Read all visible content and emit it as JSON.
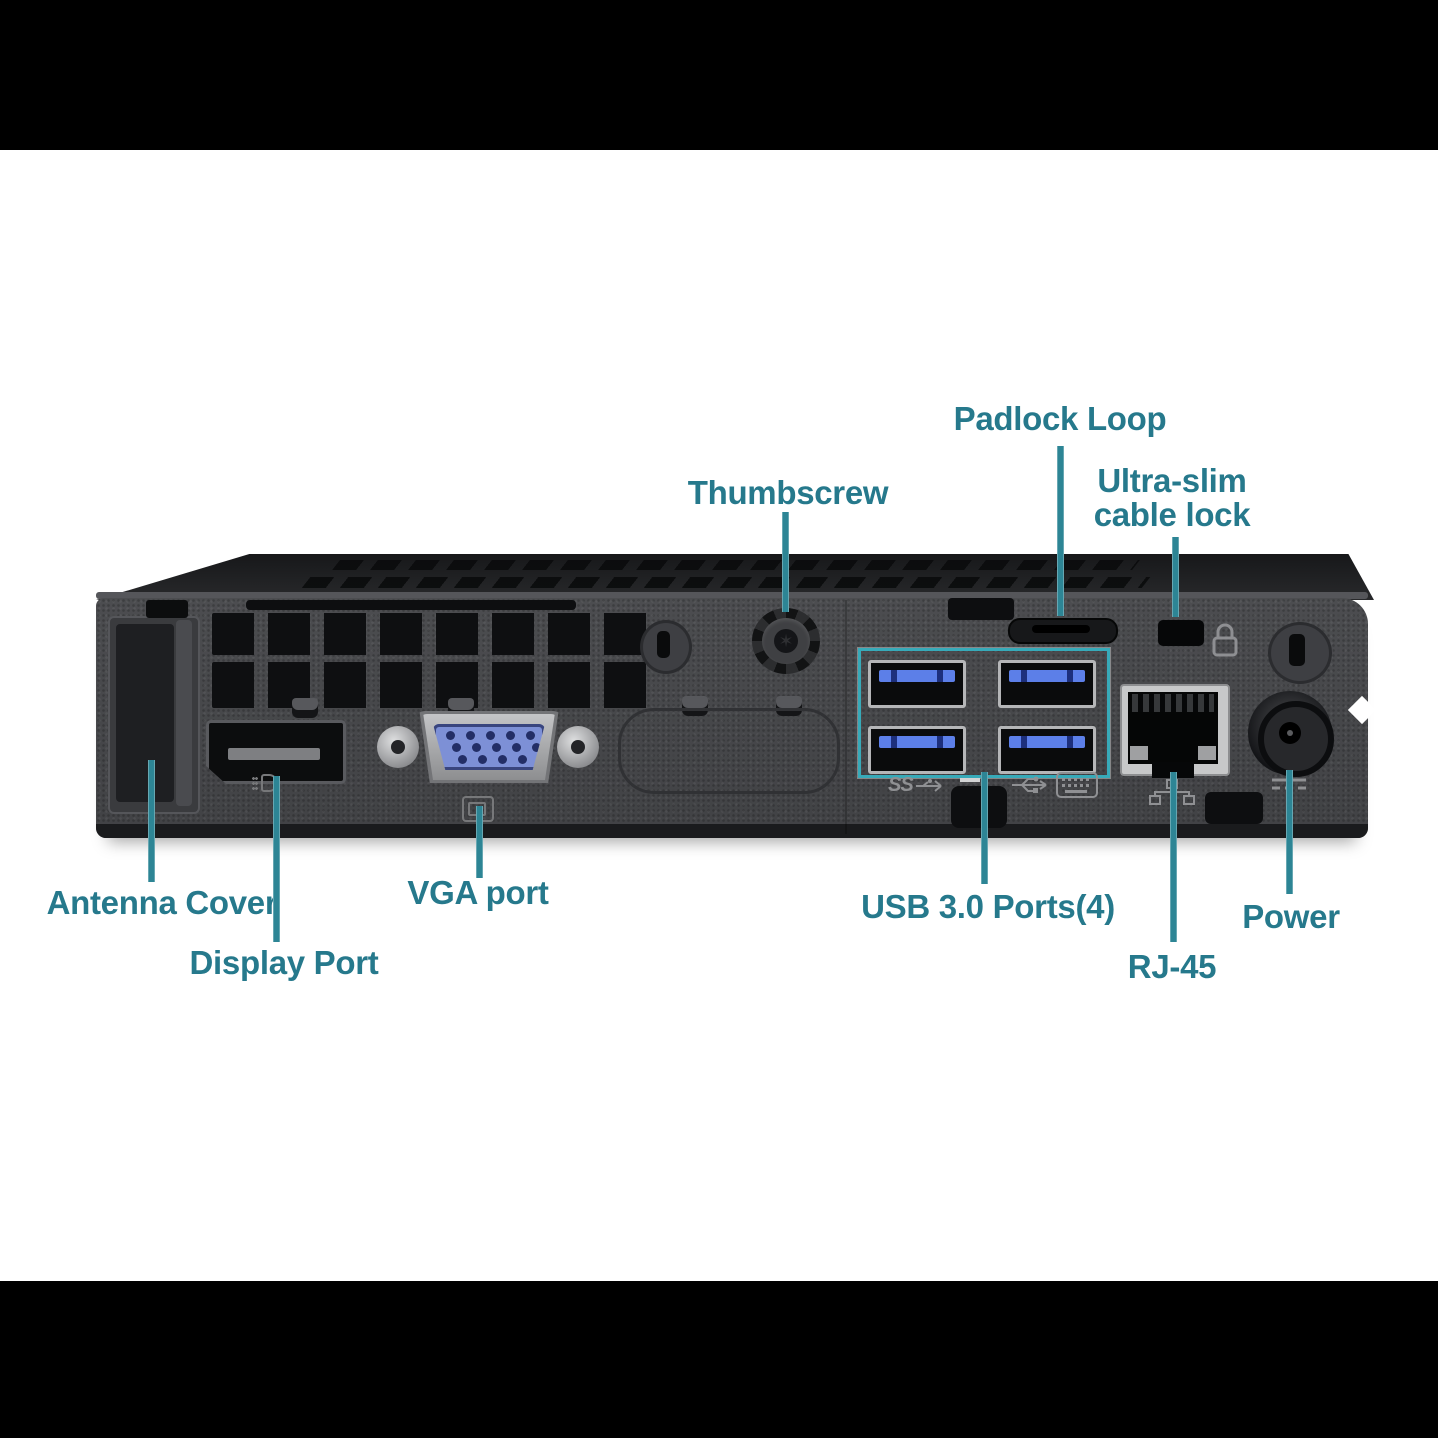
{
  "diagram": {
    "subject": "mini-pc-rear-panel",
    "callouts": {
      "padlock_loop": "Padlock Loop",
      "thumbscrew": "Thumbscrew",
      "cable_lock_line1": "Ultra-slim",
      "cable_lock_line2": "cable lock",
      "antenna_cover": "Antenna Cover",
      "display_port": "Display Port",
      "vga_port": "VGA port",
      "usb_ports": "USB 3.0 Ports(4)",
      "rj45": "RJ-45",
      "power": "Power"
    },
    "panel_markings": {
      "usb3_speed": "SS"
    },
    "icons": [
      "displayport-icon",
      "vga-monitor-icon",
      "usb3-ss-icon",
      "usb-trident-icon",
      "keyboard-icon",
      "ethernet-icon",
      "power-dc-icon",
      "padlock-icon"
    ],
    "colors": {
      "label_text": "#26798C",
      "leader_line": "#2D8595",
      "usb_highlight_box": "#37AAB9",
      "chassis_front": "#47484B",
      "chassis_top": "#1A1B1D",
      "usb_tongue_blue": "#5C7FE8",
      "vga_bezel_blue": "#7D90D6",
      "background": "#FFFFFF",
      "letterbox": "#000000"
    }
  }
}
